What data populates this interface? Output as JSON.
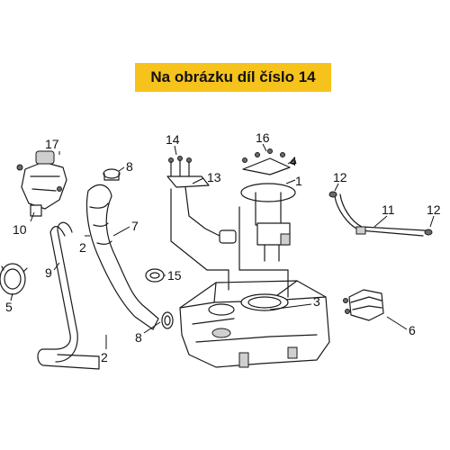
{
  "banner": {
    "text": "Na obrázku díl číslo 14",
    "color": "#f6c21c"
  },
  "callouts": {
    "c1": "1",
    "c2a": "2",
    "c2b": "2",
    "c3": "3",
    "c4": "4",
    "c5": "5",
    "c6": "6",
    "c7": "7",
    "c8a": "8",
    "c8b": "8",
    "c9": "9",
    "c10": "10",
    "c11": "11",
    "c12a": "12",
    "c12b": "12",
    "c13": "13",
    "c14": "14",
    "c15": "15",
    "c16": "16",
    "c17": "17"
  }
}
